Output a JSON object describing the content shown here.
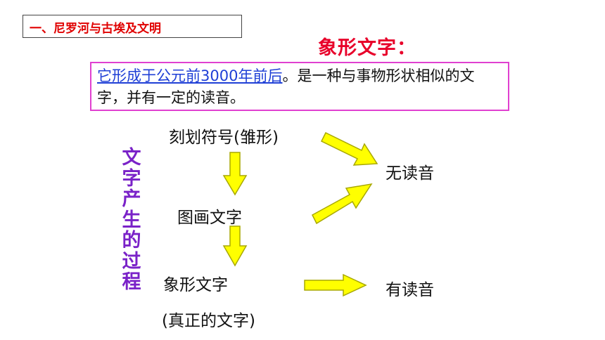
{
  "section": {
    "title": "一、尼罗河与古埃及文明"
  },
  "main_title": "象形文字：",
  "definition": {
    "link_text": "它形成于公元前3000年前后",
    "rest_text": "。是一种与事物形状相似的文字，并有一定的读音。"
  },
  "side_label_chars": [
    "文",
    "字",
    "产",
    "生",
    "的",
    "过",
    "程"
  ],
  "stages": {
    "stage1": "刻划符号(雏形)",
    "stage2": "图画文字",
    "stage3": "象形文字",
    "stage3_note": "(真正的文字)"
  },
  "results": {
    "no_sound": "无读音",
    "has_sound": "有读音"
  },
  "colors": {
    "arrow_fill": "#ffff00",
    "arrow_stroke": "#a8a800",
    "title_red": "#e8002a",
    "side_purple": "#7a22c8"
  }
}
